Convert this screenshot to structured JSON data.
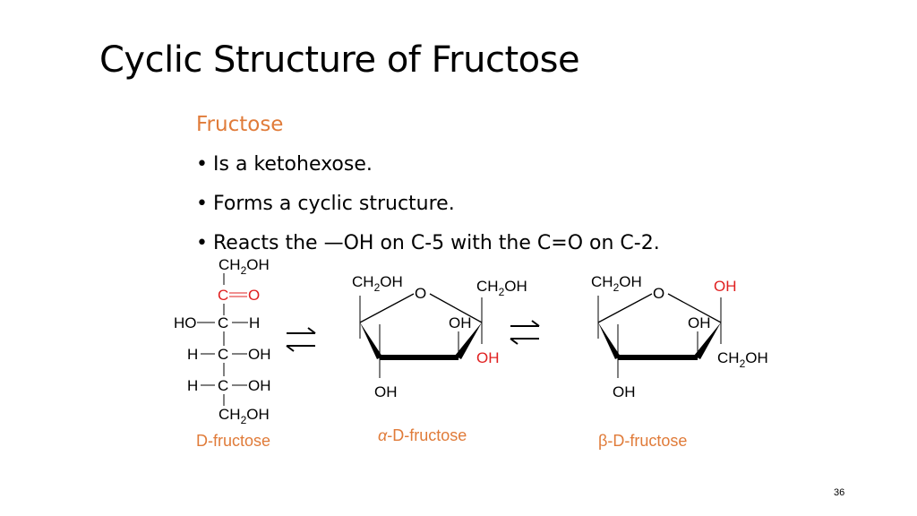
{
  "slide": {
    "title": "Cyclic Structure of Fructose",
    "subheading": "Fructose",
    "bullets": [
      "Is a ketohexose.",
      "Forms a cyclic structure.",
      "Reacts the —OH on C-5 with the C=O on C-2."
    ],
    "page_number": "36"
  },
  "figure": {
    "fischer": {
      "top_group": "CH2OH",
      "carbonyl_c": "C",
      "carbonyl_o": "O",
      "row3_left": "HO",
      "row3_center": "C",
      "row3_right": "H",
      "row4_left": "H",
      "row4_center": "C",
      "row4_right": "OH",
      "row5_left": "H",
      "row5_center": "C",
      "row5_right": "OH",
      "bottom_group": "CH2OH",
      "caption": "D-fructose"
    },
    "alpha": {
      "ch2oh_left": "CH2OH",
      "ring_oxygen": "O",
      "ch2oh_right": "CH2OH",
      "oh_ring_right": "OH",
      "oh_anomeric": "OH",
      "oh_bottom": "OH",
      "caption_prefix": "α",
      "caption_rest": "-D-fructose"
    },
    "beta": {
      "ch2oh_left": "CH2OH",
      "ring_oxygen": "O",
      "oh_anomeric": "OH",
      "oh_ring_right": "OH",
      "ch2oh_bottom": "CH2OH",
      "oh_bottom": "OH",
      "caption": "β-D-fructose"
    },
    "colors": {
      "highlight_red": "#e02020",
      "caption_orange": "#e07b39",
      "bond_black": "#000000"
    }
  }
}
